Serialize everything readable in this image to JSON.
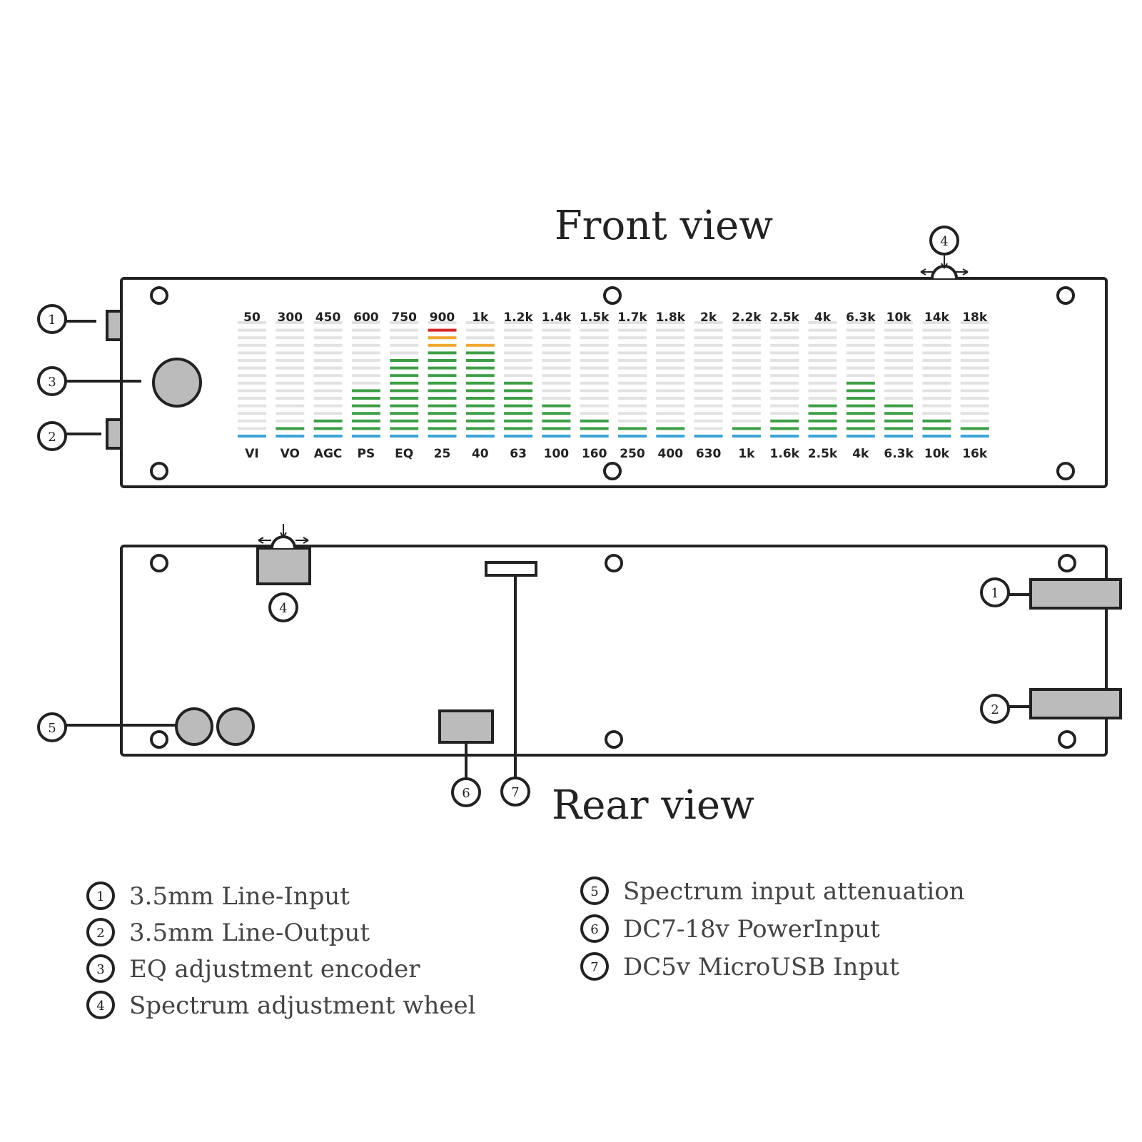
{
  "front_view": {
    "title": "Front view",
    "top_labels": [
      "50",
      "300",
      "450",
      "600",
      "750",
      "900",
      "1k",
      "1.2k",
      "1.4k",
      "1.5k",
      "1.7k",
      "1.8k",
      "2k",
      "2.2k",
      "2.5k",
      "4k",
      "6.3k",
      "10k",
      "14k",
      "18k"
    ],
    "bottom_labels": [
      "VI",
      "VO",
      "AGC",
      "PS",
      "EQ",
      "25",
      "40",
      "63",
      "100",
      "160",
      "250",
      "400",
      "630",
      "1k",
      "1.6k",
      "2.5k",
      "4k",
      "6.3k",
      "10k",
      "16k"
    ],
    "bar_levels": [
      0,
      1,
      2,
      6,
      10,
      14,
      12,
      7,
      4,
      2,
      1,
      1,
      0,
      1,
      2,
      4,
      7,
      4,
      2,
      1
    ],
    "total_segments": 15,
    "callouts": [
      "1",
      "3",
      "2",
      "4"
    ]
  },
  "rear_view": {
    "title": "Rear view",
    "callouts": [
      "4",
      "1",
      "2",
      "5",
      "6",
      "7"
    ]
  },
  "legend": [
    {
      "num": "1",
      "text": "3.5mm Line-Input"
    },
    {
      "num": "2",
      "text": "3.5mm Line-Output"
    },
    {
      "num": "3",
      "text": "EQ adjustment encoder"
    },
    {
      "num": "4",
      "text": "Spectrum adjustment wheel"
    },
    {
      "num": "5",
      "text": "Spectrum input attenuation"
    },
    {
      "num": "6",
      "text": "DC7-18v PowerInput"
    },
    {
      "num": "7",
      "text": "DC5v  MicroUSB Input"
    }
  ],
  "colors": {
    "off": "#e2e2e2",
    "green": "#3f9e47",
    "orange": "#f0a830",
    "red": "#d62828",
    "blue": "#3aa3d8",
    "gray": "#bbbbbb"
  }
}
